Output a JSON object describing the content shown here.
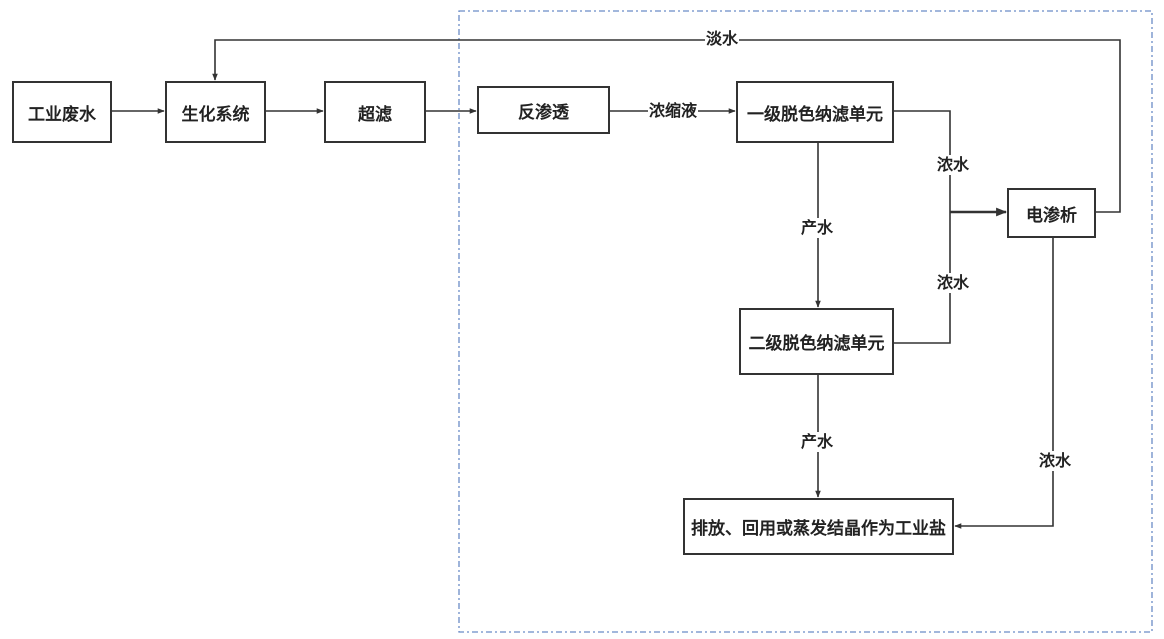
{
  "nodes": {
    "industrial_wastewater": "工业废水",
    "biochemical_system": "生化系统",
    "ultrafiltration": "超滤",
    "reverse_osmosis": "反渗透",
    "first_nf_unit": "一级脱色纳滤单元",
    "second_nf_unit": "二级脱色纳滤单元",
    "electrodialysis": "电渗析",
    "discharge": "排放、回用或蒸发结晶作为工业盐"
  },
  "labels": {
    "fresh_water": "淡水",
    "concentrate": "浓缩液",
    "conc_water_1": "浓水",
    "conc_water_2": "浓水",
    "conc_water_3": "浓水",
    "product_water_1": "产水",
    "product_water_2": "产水"
  },
  "colors": {
    "line": "#333333",
    "dashed_border": "#6b8cc7"
  }
}
